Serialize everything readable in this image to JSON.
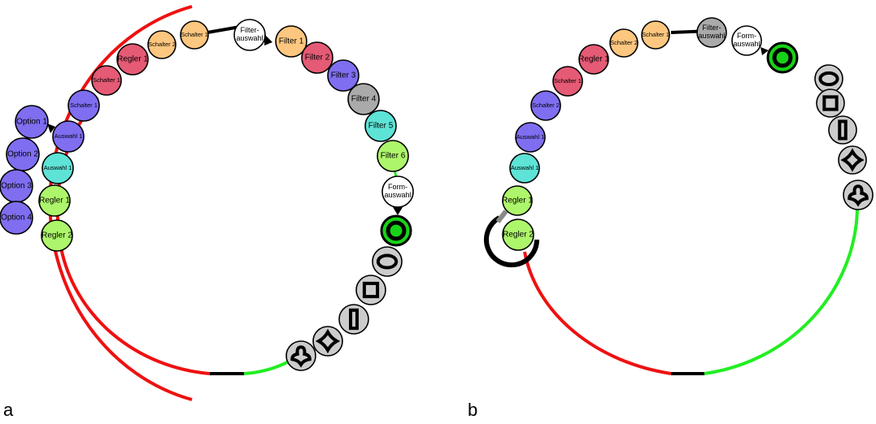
{
  "colors": {
    "red": "#ee1111",
    "green": "#22ee22",
    "black": "#000000",
    "purple": "#7f6ef0",
    "orange": "#fec77f",
    "pink": "#e55a75",
    "gray": "#aaaaaa",
    "cyan": "#5ee3d7",
    "lime": "#adf56a",
    "white": "#ffffff",
    "lightgray": "#cccccc",
    "selected_green": "#17d317"
  },
  "panels": [
    {
      "label": "a",
      "nodes": [
        {
          "text": "Schalter 1",
          "color": "orange"
        },
        {
          "text": "Filter-\nauswahl",
          "color": "white"
        },
        {
          "text": "Filter 1",
          "color": "orange"
        },
        {
          "text": "Schalter 2",
          "color": "orange"
        },
        {
          "text": "Regler 1",
          "color": "pink"
        },
        {
          "text": "Schalter 1",
          "color": "pink"
        },
        {
          "text": "Schalter 1",
          "color": "purple"
        },
        {
          "text": "Auswahl 1",
          "color": "purple"
        },
        {
          "text": "Auswahl 1",
          "color": "cyan"
        },
        {
          "text": "Regler 1",
          "color": "lime"
        },
        {
          "text": "Regler 2",
          "color": "lime"
        },
        {
          "text": "Option 1",
          "color": "purple"
        },
        {
          "text": "Option 2",
          "color": "purple"
        },
        {
          "text": "Option 3",
          "color": "purple"
        },
        {
          "text": "Option 4",
          "color": "purple"
        },
        {
          "text": "Filter 2",
          "color": "pink"
        },
        {
          "text": "Filter 3",
          "color": "purple"
        },
        {
          "text": "Filter 4",
          "color": "gray"
        },
        {
          "text": "Filter 5",
          "color": "cyan"
        },
        {
          "text": "Filter 6",
          "color": "lime"
        },
        {
          "text": "Form-\nauswahl",
          "color": "white"
        },
        {
          "icon": "ring-icon",
          "color": "selected_green"
        },
        {
          "icon": "ellipse-icon",
          "color": "lightgray"
        },
        {
          "icon": "square-icon",
          "color": "lightgray"
        },
        {
          "icon": "rectangle-icon",
          "color": "lightgray"
        },
        {
          "icon": "star-icon",
          "color": "lightgray"
        },
        {
          "icon": "bulb-icon",
          "color": "lightgray"
        }
      ]
    },
    {
      "label": "b",
      "nodes": [
        {
          "text": "Schalter 2",
          "color": "orange"
        },
        {
          "text": "Schalter 1",
          "color": "orange"
        },
        {
          "text": "Filter-\nauswahl",
          "color": "gray"
        },
        {
          "text": "Form-\nauswahl",
          "color": "white"
        },
        {
          "text": "Regler 1",
          "color": "pink"
        },
        {
          "text": "Schalter 1",
          "color": "pink"
        },
        {
          "text": "Schalter 2",
          "color": "purple"
        },
        {
          "text": "Auswahl 1",
          "color": "purple"
        },
        {
          "text": "Auswahl 1",
          "color": "cyan"
        },
        {
          "text": "Regler 1",
          "color": "lime"
        },
        {
          "text": "Regler 2",
          "color": "lime"
        },
        {
          "icon": "ring-icon",
          "color": "selected_green"
        },
        {
          "icon": "ellipse-icon",
          "color": "lightgray"
        },
        {
          "icon": "square-icon",
          "color": "lightgray"
        },
        {
          "icon": "rectangle-icon",
          "color": "lightgray"
        },
        {
          "icon": "star-icon",
          "color": "lightgray"
        },
        {
          "icon": "bulb-icon",
          "color": "lightgray"
        }
      ]
    }
  ]
}
